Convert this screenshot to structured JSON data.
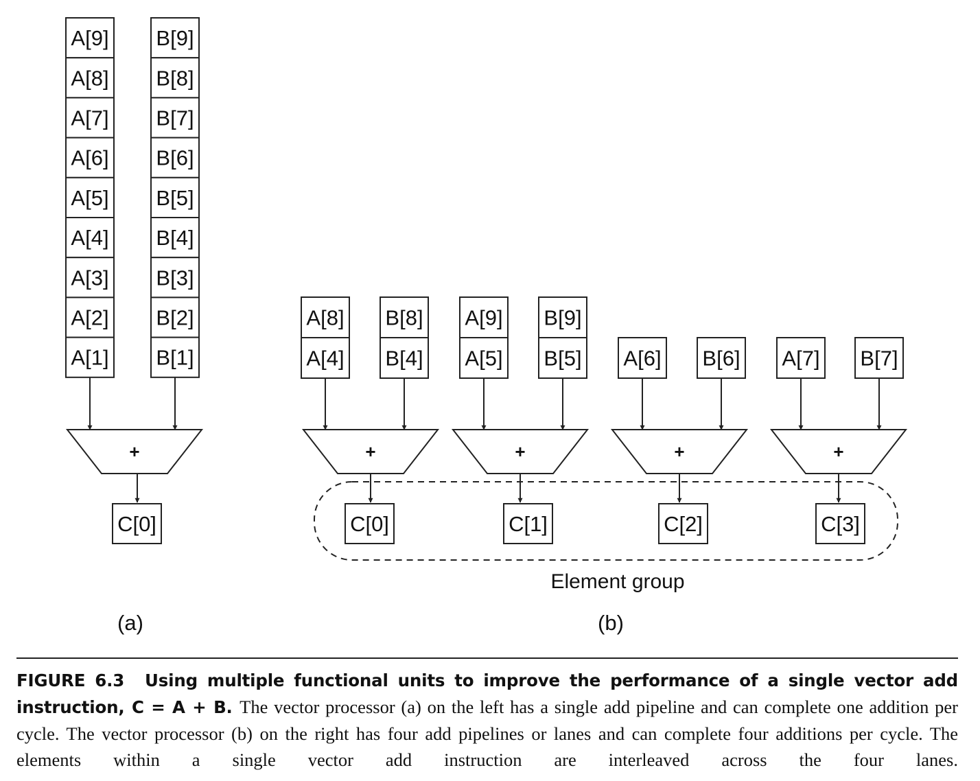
{
  "panel_a": {
    "a_labels": [
      "A[9]",
      "A[8]",
      "A[7]",
      "A[6]",
      "A[5]",
      "A[4]",
      "A[3]",
      "A[2]",
      "A[1]"
    ],
    "b_labels": [
      "B[9]",
      "B[8]",
      "B[7]",
      "B[6]",
      "B[5]",
      "B[4]",
      "B[3]",
      "B[2]",
      "B[1]"
    ],
    "adder_symbol": "+",
    "output": "C[0]",
    "label": "(a)"
  },
  "panel_b": {
    "lanes": [
      {
        "a_labels": [
          "A[8]",
          "A[4]"
        ],
        "b_labels": [
          "B[8]",
          "B[4]"
        ],
        "adder_symbol": "+",
        "output": "C[0]"
      },
      {
        "a_labels": [
          "A[9]",
          "A[5]"
        ],
        "b_labels": [
          "B[9]",
          "B[5]"
        ],
        "adder_symbol": "+",
        "output": "C[1]"
      },
      {
        "a_labels": [
          "A[6]"
        ],
        "b_labels": [
          "B[6]"
        ],
        "adder_symbol": "+",
        "output": "C[2]"
      },
      {
        "a_labels": [
          "A[7]"
        ],
        "b_labels": [
          "B[7]"
        ],
        "adder_symbol": "+",
        "output": "C[3]"
      }
    ],
    "group_label": "Element group",
    "label": "(b)"
  },
  "caption": {
    "figure_number": "FIGURE 6.3",
    "title": "Using multiple functional units to improve the performance of a single vector add instruction, C = A + B.",
    "body": "The vector processor (a) on the left has a single add pipeline and can complete one addition per cycle. The vector processor (b) on the right has four add pipelines or lanes and can complete four additions per cycle. The elements within a single vector add instruction are interleaved across the four lanes."
  }
}
